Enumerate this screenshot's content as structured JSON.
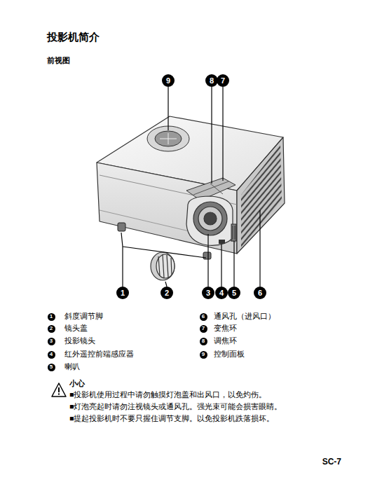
{
  "diagram": {
    "title": "投影机简介",
    "nodes": [
      {
        "text": [
          "9"
        ]
      },
      {
        "text": [
          "8"
        ]
      },
      {
        "text": [
          "7"
        ]
      },
      {
        "text": [
          "1"
        ]
      },
      {
        "text": [
          "2"
        ]
      },
      {
        "text": [
          "3"
        ]
      },
      {
        "text": [
          "4"
        ]
      },
      {
        "text": [
          "5"
        ]
      },
      {
        "text": [
          "6"
        ]
      },
      {
        "text": [
          "1"
        ]
      },
      {
        "text": [
          "6"
        ]
      },
      {
        "text": [
          "2"
        ]
      },
      {
        "text": [
          "7"
        ]
      },
      {
        "text": [
          "3"
        ]
      },
      {
        "text": [
          "8"
        ]
      },
      {
        "text": [
          "4"
        ]
      },
      {
        "text": [
          "9"
        ]
      },
      {
        "text": [
          "5"
        ]
      }
    ],
    "labels": [
      "前视图",
      "斜度调节脚",
      "通风孔（进风口）",
      "镜头盖",
      "变焦环",
      "投影镜头",
      "调焦环",
      "红外遥控前端感应器",
      "控制面板",
      "喇叭",
      "小心",
      "■投影机使用过程中请勿触摸灯泡盖和出风口，以免灼伤。",
      "■灯泡亮起时请勿注视镜头或通风孔。强光束可能会损害眼睛。",
      "■提起投影机时不要只握住调节支脚。以免投影机跌落损坏。",
      "SC-7"
    ]
  }
}
